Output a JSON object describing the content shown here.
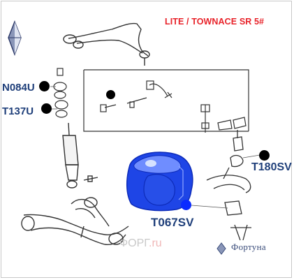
{
  "title": "LITE / TOWNACE SR 5#",
  "parts": [
    {
      "code": "N084U"
    },
    {
      "code": "T137U"
    },
    {
      "code": "T180SV"
    },
    {
      "code": "T067SV"
    }
  ],
  "watermarks": {
    "fortuna": "Фортуна",
    "site_prefix": "ФОРГ",
    "site_suffix": ".ru"
  },
  "colors": {
    "title": "#e8232a",
    "codes": "#1f3f7a",
    "bushing": "#1e45e6",
    "marker": "#000000",
    "marker_highlight": "#0a2bff"
  },
  "icons": {
    "brand": "diamond-logo-icon",
    "fortuna": "fortuna-logo-icon"
  }
}
